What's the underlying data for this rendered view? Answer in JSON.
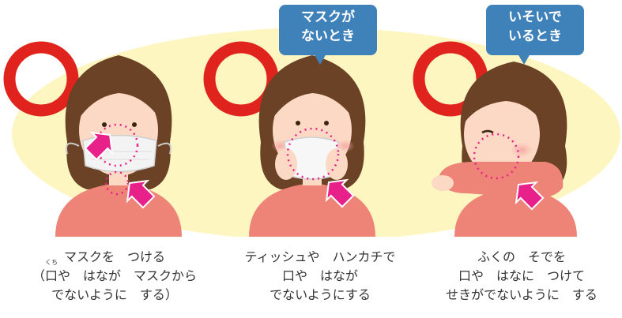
{
  "bubbles": {
    "no_mask": [
      "マスクが",
      "ないとき"
    ],
    "hurry": [
      "いそいで",
      "いるとき"
    ]
  },
  "captions": {
    "mask": {
      "line1": "マスクを　つける",
      "line2_open": "（",
      "line2_kanji": "口",
      "line2_ruby": "くち",
      "line2_rest": "や　はなが　マスクから",
      "line3": "でないように　する）"
    },
    "tissue": {
      "line1": "ティッシュや　ハンカチで",
      "line2": "口や　はなが",
      "line3": "でないようにする"
    },
    "sleeve": {
      "line1": "ふくの　そでを",
      "line2": "口や　はなに　つけて",
      "line3": "せきがでないように　する"
    }
  },
  "colors": {
    "ok_circle": "#e0241d",
    "background_ellipse": "#fdf6c0",
    "bubble": "#3f82ba",
    "arrow": "#e8208a",
    "hair": "#6b4226",
    "skin": "#fbd9c4",
    "shirt": "#ee8378"
  },
  "icons": [
    "ok-circle-icon",
    "pink-arrow-icon",
    "dotted-circle-icon"
  ]
}
